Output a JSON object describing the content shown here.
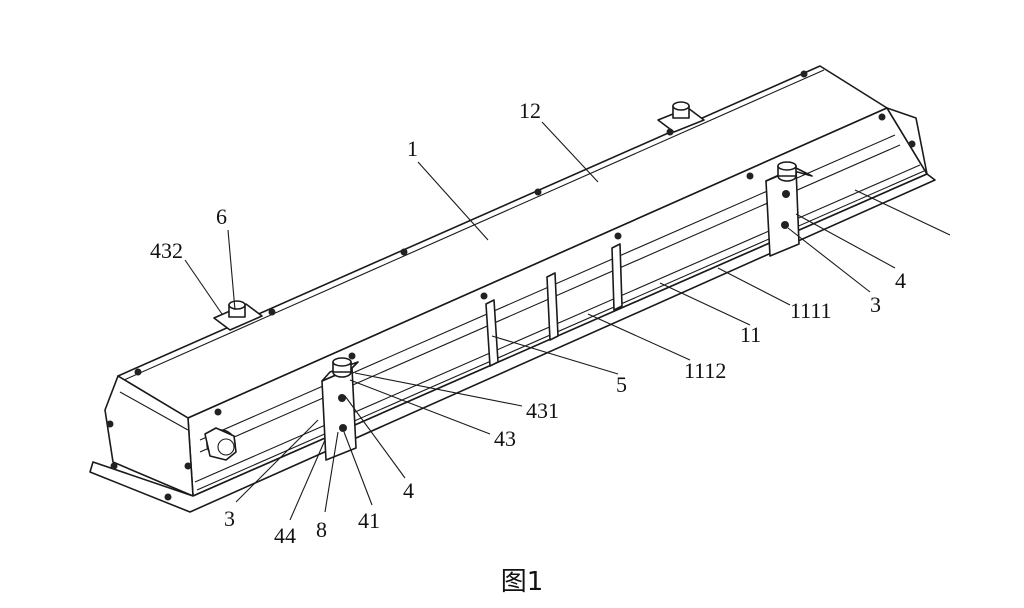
{
  "figure": {
    "caption": "图1",
    "labels": [
      {
        "id": "label-1",
        "text": "1"
      },
      {
        "id": "label-12",
        "text": "12"
      },
      {
        "id": "label-6",
        "text": "6"
      },
      {
        "id": "label-432",
        "text": "432"
      },
      {
        "id": "label-4-right",
        "text": "4"
      },
      {
        "id": "label-3-right",
        "text": "3"
      },
      {
        "id": "label-1111",
        "text": "1111"
      },
      {
        "id": "label-11",
        "text": "11"
      },
      {
        "id": "label-1112",
        "text": "1112"
      },
      {
        "id": "label-5",
        "text": "5"
      },
      {
        "id": "label-431",
        "text": "431"
      },
      {
        "id": "label-43",
        "text": "43"
      },
      {
        "id": "label-4-left",
        "text": "4"
      },
      {
        "id": "label-3-left",
        "text": "3"
      },
      {
        "id": "label-44",
        "text": "44"
      },
      {
        "id": "label-8",
        "text": "8"
      },
      {
        "id": "label-41",
        "text": "41"
      }
    ]
  }
}
